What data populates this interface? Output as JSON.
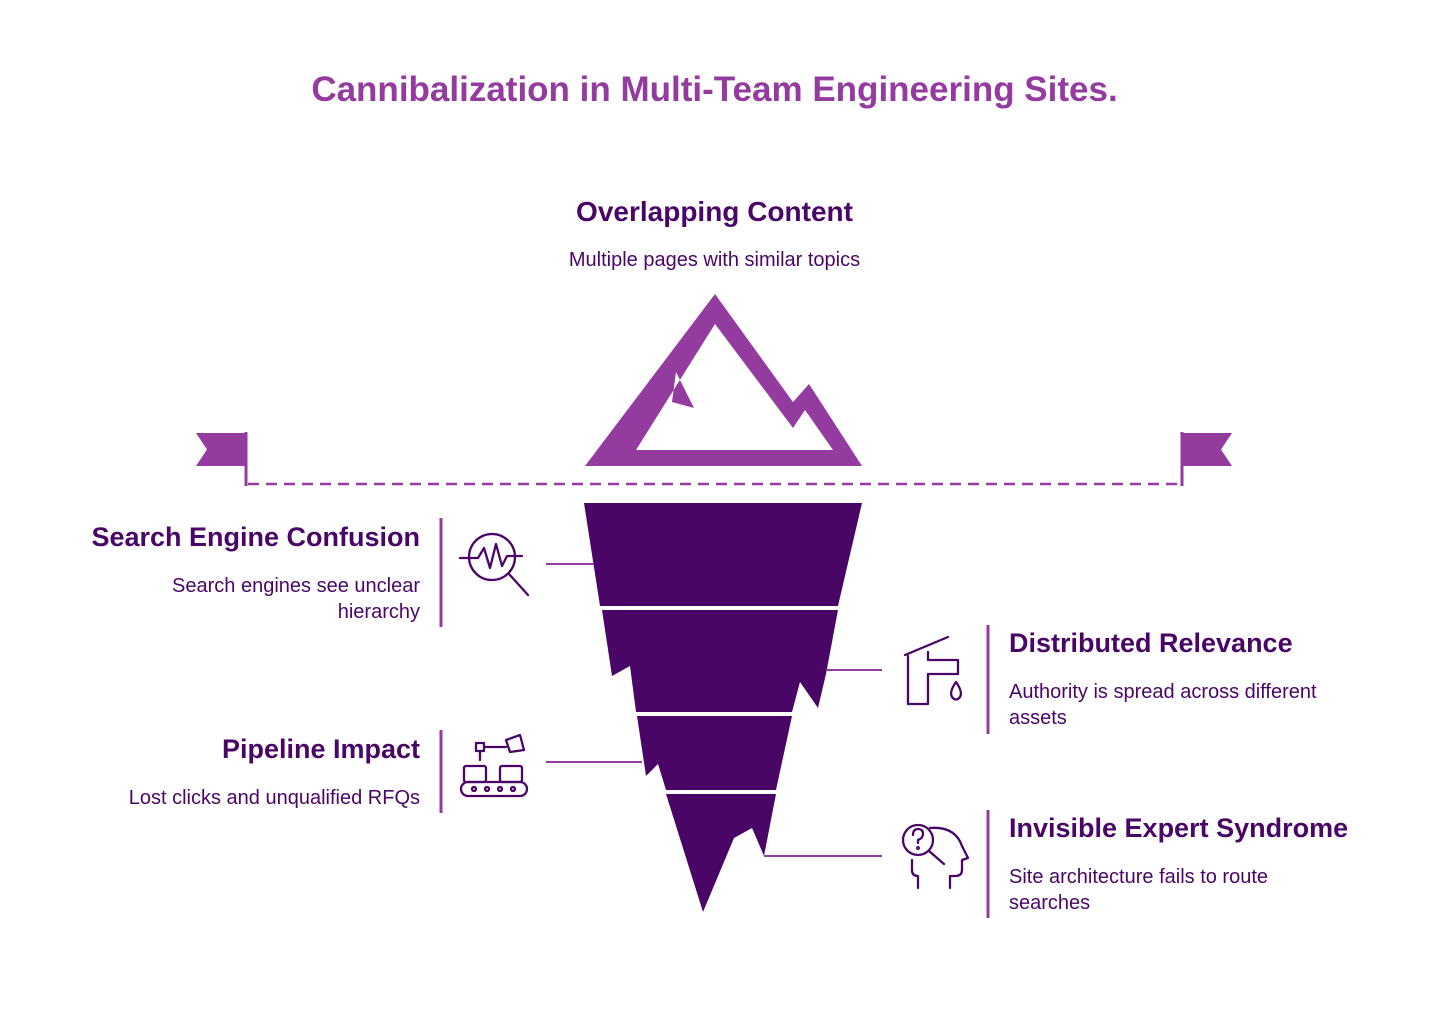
{
  "title": "Cannibalization in Multi-Team Engineering Sites.",
  "colors": {
    "accent": "#933b9e",
    "dark": "#4a0666",
    "background": "#ffffff"
  },
  "top": {
    "heading": "Overlapping Content",
    "description": "Multiple pages with similar topics"
  },
  "items": [
    {
      "heading": "Search Engine Confusion",
      "description": "Search engines see unclear hierarchy",
      "icon": "magnifier-pulse-icon"
    },
    {
      "heading": "Distributed Relevance",
      "description": "Authority is spread across different assets",
      "icon": "faucet-drop-icon"
    },
    {
      "heading": "Pipeline Impact",
      "description": "Lost clicks and unqualified RFQs",
      "icon": "conveyor-robot-icon"
    },
    {
      "heading": "Invisible Expert Syndrome",
      "description": "Site architecture fails to route searches",
      "icon": "head-question-icon"
    }
  ]
}
